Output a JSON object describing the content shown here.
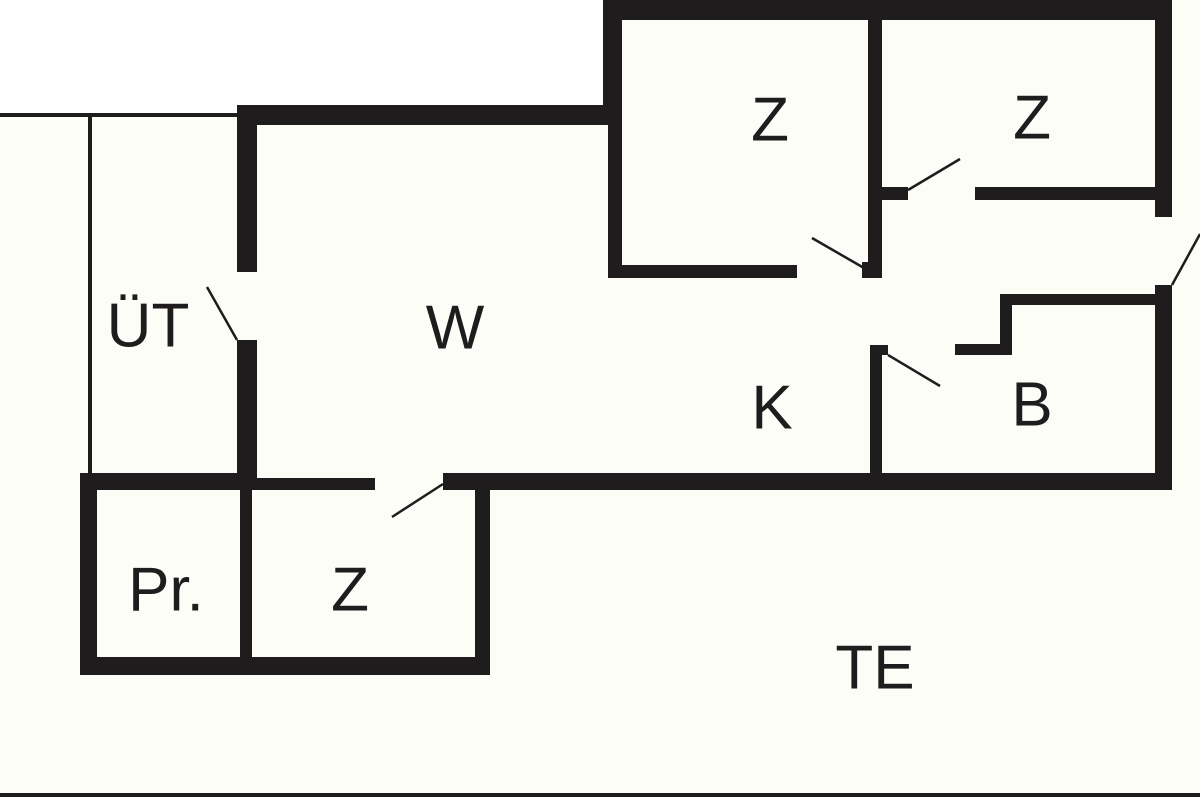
{
  "floor_plan": {
    "colors": {
      "wall": "#1e1c1d",
      "floor": "#fcfdf7",
      "background": "#ffffff"
    },
    "rooms": [
      {
        "id": "bedroom-top-left",
        "label": "Z"
      },
      {
        "id": "bedroom-top-right",
        "label": "Z"
      },
      {
        "id": "utility",
        "label": "ÜT"
      },
      {
        "id": "living",
        "label": "W"
      },
      {
        "id": "kitchen",
        "label": "K"
      },
      {
        "id": "bathroom",
        "label": "B"
      },
      {
        "id": "pantry",
        "label": "Pr."
      },
      {
        "id": "bedroom-bottom",
        "label": "Z"
      },
      {
        "id": "terrace",
        "label": "TE"
      }
    ]
  }
}
